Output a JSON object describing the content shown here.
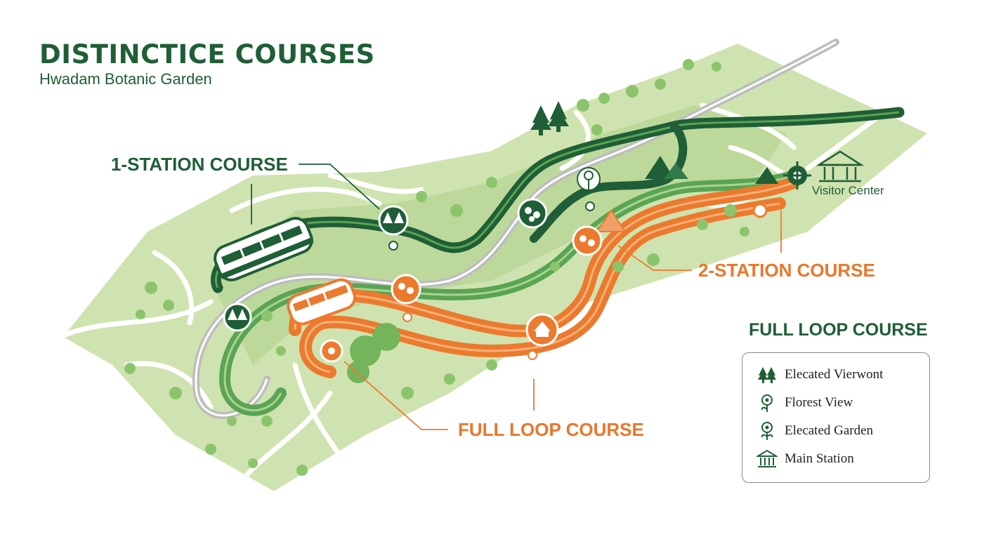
{
  "header": {
    "title": "DISTINCTICE COURSES",
    "subtitle": "Hwadam Botanic Garden"
  },
  "labels": {
    "one_station": "1-STATION COURSE",
    "two_station": "2-STATION COURSE",
    "full_loop": "FULL LOOP COURSE",
    "visitor_center": "Visitor Center"
  },
  "legend": {
    "title": "FULL LOOP COURSE",
    "items": [
      {
        "icon": "tree-icon",
        "label": "Elecated Vierwont"
      },
      {
        "icon": "flower-icon",
        "label": "Florest View"
      },
      {
        "icon": "garden-icon",
        "label": "Elecated Garden"
      },
      {
        "icon": "station-icon",
        "label": "Main Station"
      }
    ]
  },
  "colors": {
    "dark_green": "#1f5e36",
    "mid_green": "#4e9a4a",
    "light_green": "#cfe3b0",
    "orange": "#ec7a2e",
    "gray_track": "#c8c8c8",
    "text_orange": "#e9772b"
  }
}
